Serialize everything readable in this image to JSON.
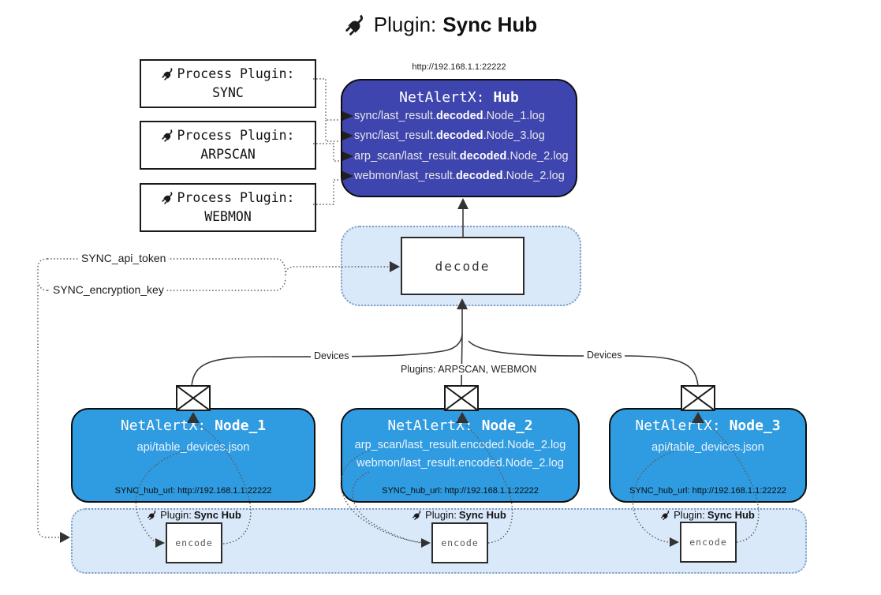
{
  "title": {
    "prefix": "Plugin:",
    "name": "Sync Hub"
  },
  "hub": {
    "url_above": "http://192.168.1.1:22222",
    "name_prefix": "NetAlertX:",
    "name": "Hub",
    "logs": [
      {
        "pre": "sync/last_result.",
        "mid": "decoded",
        "post": ".Node_1.log"
      },
      {
        "pre": "sync/last_result.",
        "mid": "decoded",
        "post": ".Node_3.log"
      },
      {
        "pre": "arp_scan/last_result.",
        "mid": "decoded",
        "post": ".Node_2.log"
      },
      {
        "pre": "webmon/last_result.",
        "mid": "decoded",
        "post": ".Node_2.log"
      }
    ]
  },
  "process_plugins": [
    {
      "label": "Process Plugin:",
      "name": "SYNC"
    },
    {
      "label": "Process Plugin:",
      "name": "ARPSCAN"
    },
    {
      "label": "Process Plugin:",
      "name": "WEBMON"
    }
  ],
  "decode": {
    "label": "decode"
  },
  "tokens": {
    "api_token": "SYNC_api_token",
    "encryption_key": "SYNC_encryption_key"
  },
  "edges": {
    "devices_left": "Devices",
    "plugins_mid": "Plugins: ARPSCAN, WEBMON",
    "devices_right": "Devices"
  },
  "nodes": [
    {
      "name_prefix": "NetAlertX:",
      "name": "Node_1",
      "lines": [
        "api/table_devices.json"
      ],
      "hub_url": "SYNC_hub_url: http://192.168.1.1:22222"
    },
    {
      "name_prefix": "NetAlertX:",
      "name": "Node_2",
      "lines": [
        "arp_scan/last_result.encoded.Node_2.log",
        "webmon/last_result.encoded.Node_2.log"
      ],
      "hub_url": "SYNC_hub_url: http://192.168.1.1:22222"
    },
    {
      "name_prefix": "NetAlertX:",
      "name": "Node_3",
      "lines": [
        "api/table_devices.json"
      ],
      "hub_url": "SYNC_hub_url: http://192.168.1.1:22222"
    }
  ],
  "encode_band": {
    "plugin_label": "Plugin:",
    "plugin_name": "Sync Hub",
    "encode_label": "encode"
  },
  "colors": {
    "hub_fill": "#3f45ae",
    "node_fill": "#2f9be0",
    "container_fill": "#d9e9fa",
    "container_border": "#7d9dc2"
  }
}
